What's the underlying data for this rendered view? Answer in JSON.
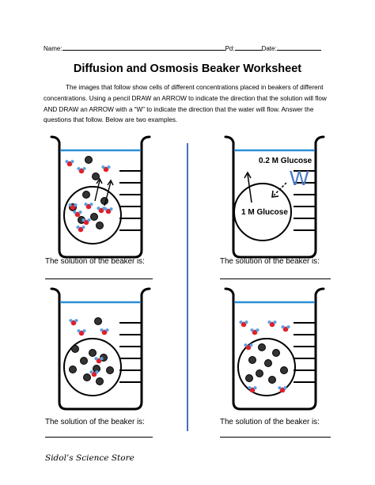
{
  "header": {
    "name_label": "Name:",
    "pd_label": "Pd:",
    "date_label": "Date:"
  },
  "title": "Diffusion and Osmosis Beaker Worksheet",
  "intro": "The images that follow show cells of different concentrations placed in beakers of different concentrations.  Using a pencil DRAW an ARROW to indicate the direction that the solution will flow AND DRAW an ARROW with a “W” to indicate the direction that the water will flow.  Answer the questions that follow.  Below are two examples.",
  "question": "The solution of the beaker is:",
  "answer_blank": "______________________",
  "beaker_tr": {
    "outside_label": "0.2 M Glucose",
    "inside_label": "1 M Glucose",
    "water_letter": "W"
  },
  "footer": "Sidol’s Science Store",
  "colors": {
    "water_line": "#2b8fd6",
    "divider": "#4a6fb5",
    "w_letter": "#4a7ac8",
    "oxygen": "#e0202a",
    "hydrogen": "#5aa0e0",
    "glucose": "#333333"
  }
}
